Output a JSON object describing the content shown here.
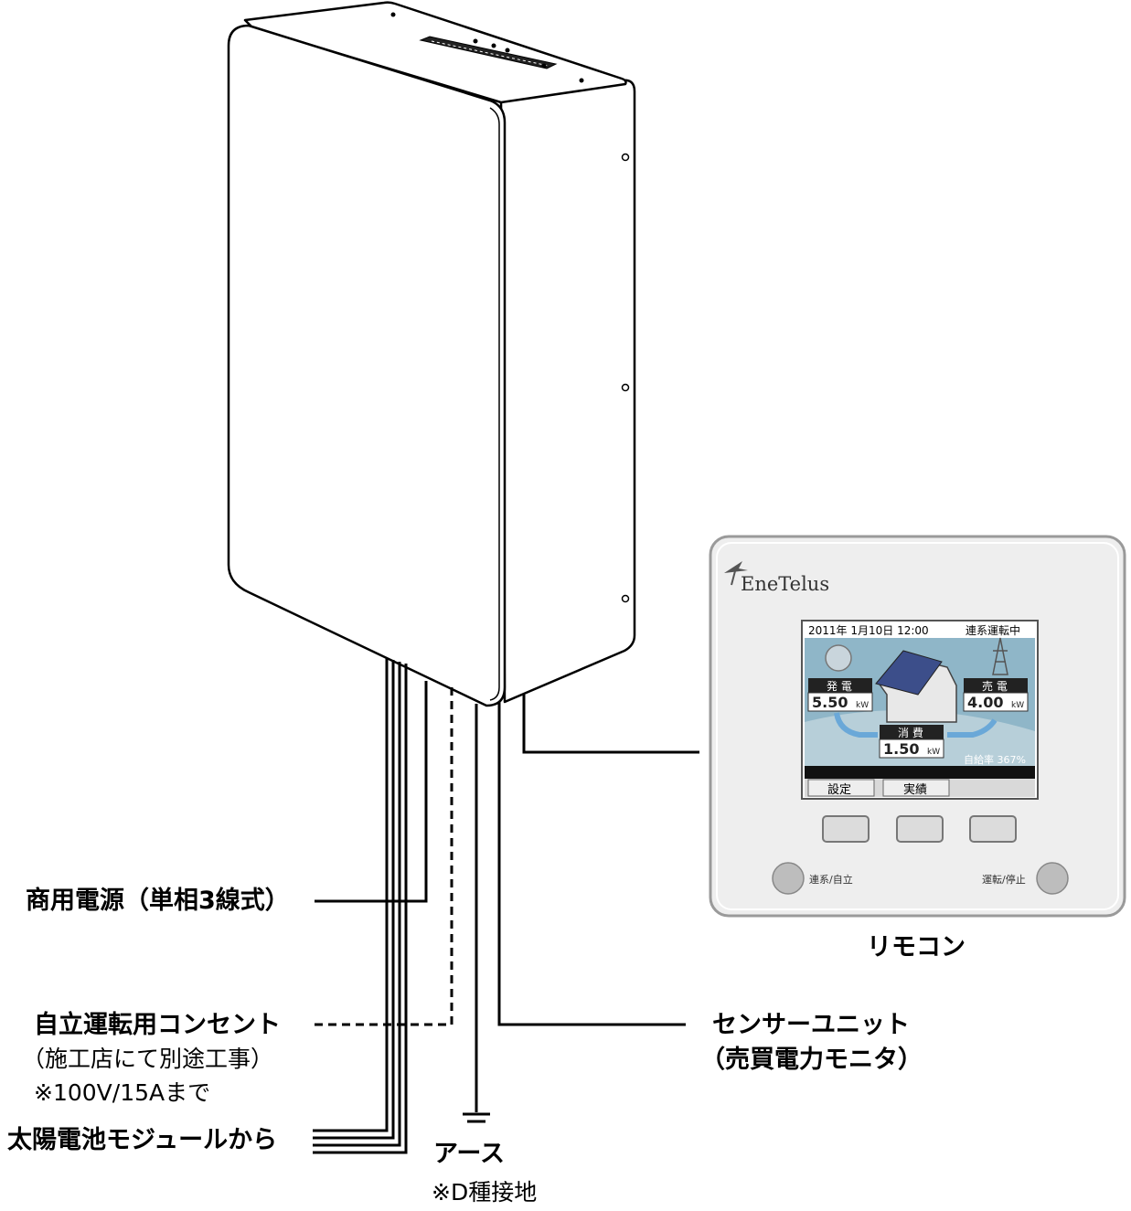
{
  "labels": {
    "solar_module": "太陽電池モジュールから",
    "commercial_power": "商用電源（単相3線式）",
    "standalone_outlet": "自立運転用コンセント",
    "standalone_note1": "（施工店にて別途工事）",
    "standalone_note2": "※100V/15Aまで",
    "earth": "アース",
    "earth_note": "※D種接地",
    "sensor_unit": "センサーユニット",
    "sensor_note": "（売買電力モニタ）",
    "remote": "リモコン"
  },
  "remote_panel": {
    "brand": "EneTelus",
    "screen": {
      "datetime": "2011年 1月10日 12:00",
      "status": "連系運転中",
      "generation_label": "発 電",
      "generation_value": "5.50",
      "sell_label": "売 電",
      "sell_value": "4.00",
      "consumption_label": "消 費",
      "consumption_value": "1.50",
      "unit": "kW",
      "self_sufficiency": "自給率 367%",
      "tab_settings": "設定",
      "tab_results": "実績"
    },
    "button_left_label": "連系/自立",
    "button_right_label": "運転/停止"
  }
}
